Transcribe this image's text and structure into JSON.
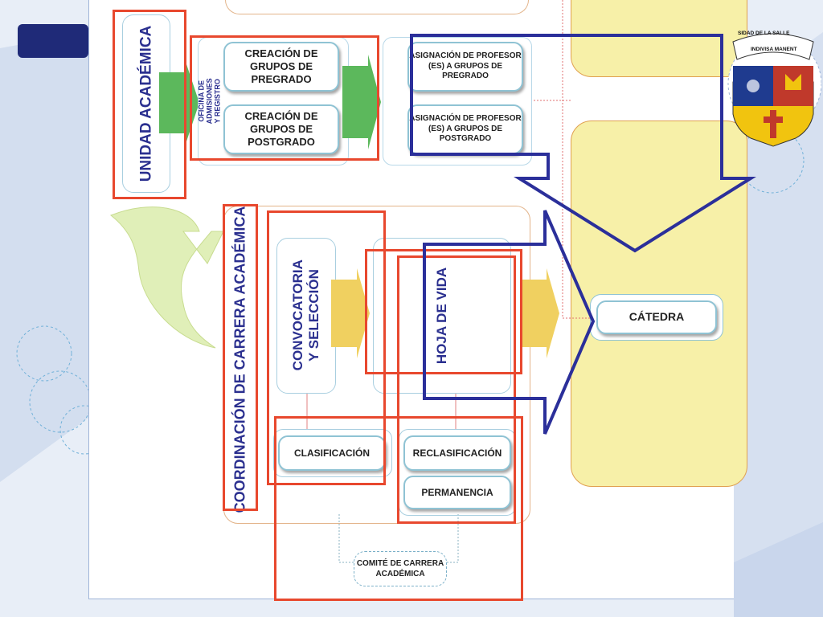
{
  "diagram": {
    "unidad": "UNIDAD ACADÉMICA",
    "oficina": "OFICINA DE ADMISIONES Y REGISTRO",
    "creacion_pregrado": "CREACIÓN DE GRUPOS DE PREGRADO",
    "creacion_postgrado": "CREACIÓN DE GRUPOS DE POSTGRADO",
    "asignacion_pregrado": "ASIGNACIÓN DE PROFESOR (ES) A GRUPOS DE PREGRADO",
    "asignacion_postgrado": "ASIGNACIÓN DE PROFESOR (ES) A GRUPOS DE POSTGRADO",
    "coordinacion": "COORDINACIÓN DE CARRERA ACADÉMICA",
    "convocatoria": "CONVOCATORIA Y SELECCIÓN",
    "hoja_vida": "HOJA DE VIDA",
    "catedra": "CÁTEDRA",
    "clasificacion": "CLASIFICACIÓN",
    "reclasificacion": "RECLASIFICACIÓN",
    "permanencia": "PERMANENCIA",
    "comite": "COMITÉ DE CARRERA ACADÉMICA"
  },
  "logo": {
    "banner_left": "SIDAD DE LA SALLE",
    "banner_right": "INDIVISA MANENT"
  },
  "colors": {
    "title_blue": "#2a2f8f",
    "annotation_red": "#e8482e",
    "annotation_navy": "#2b2f9a",
    "arrow_green": "#5cb85c",
    "arrow_yellow": "#f0d060",
    "panel_yellow": "#f7f0a8"
  }
}
